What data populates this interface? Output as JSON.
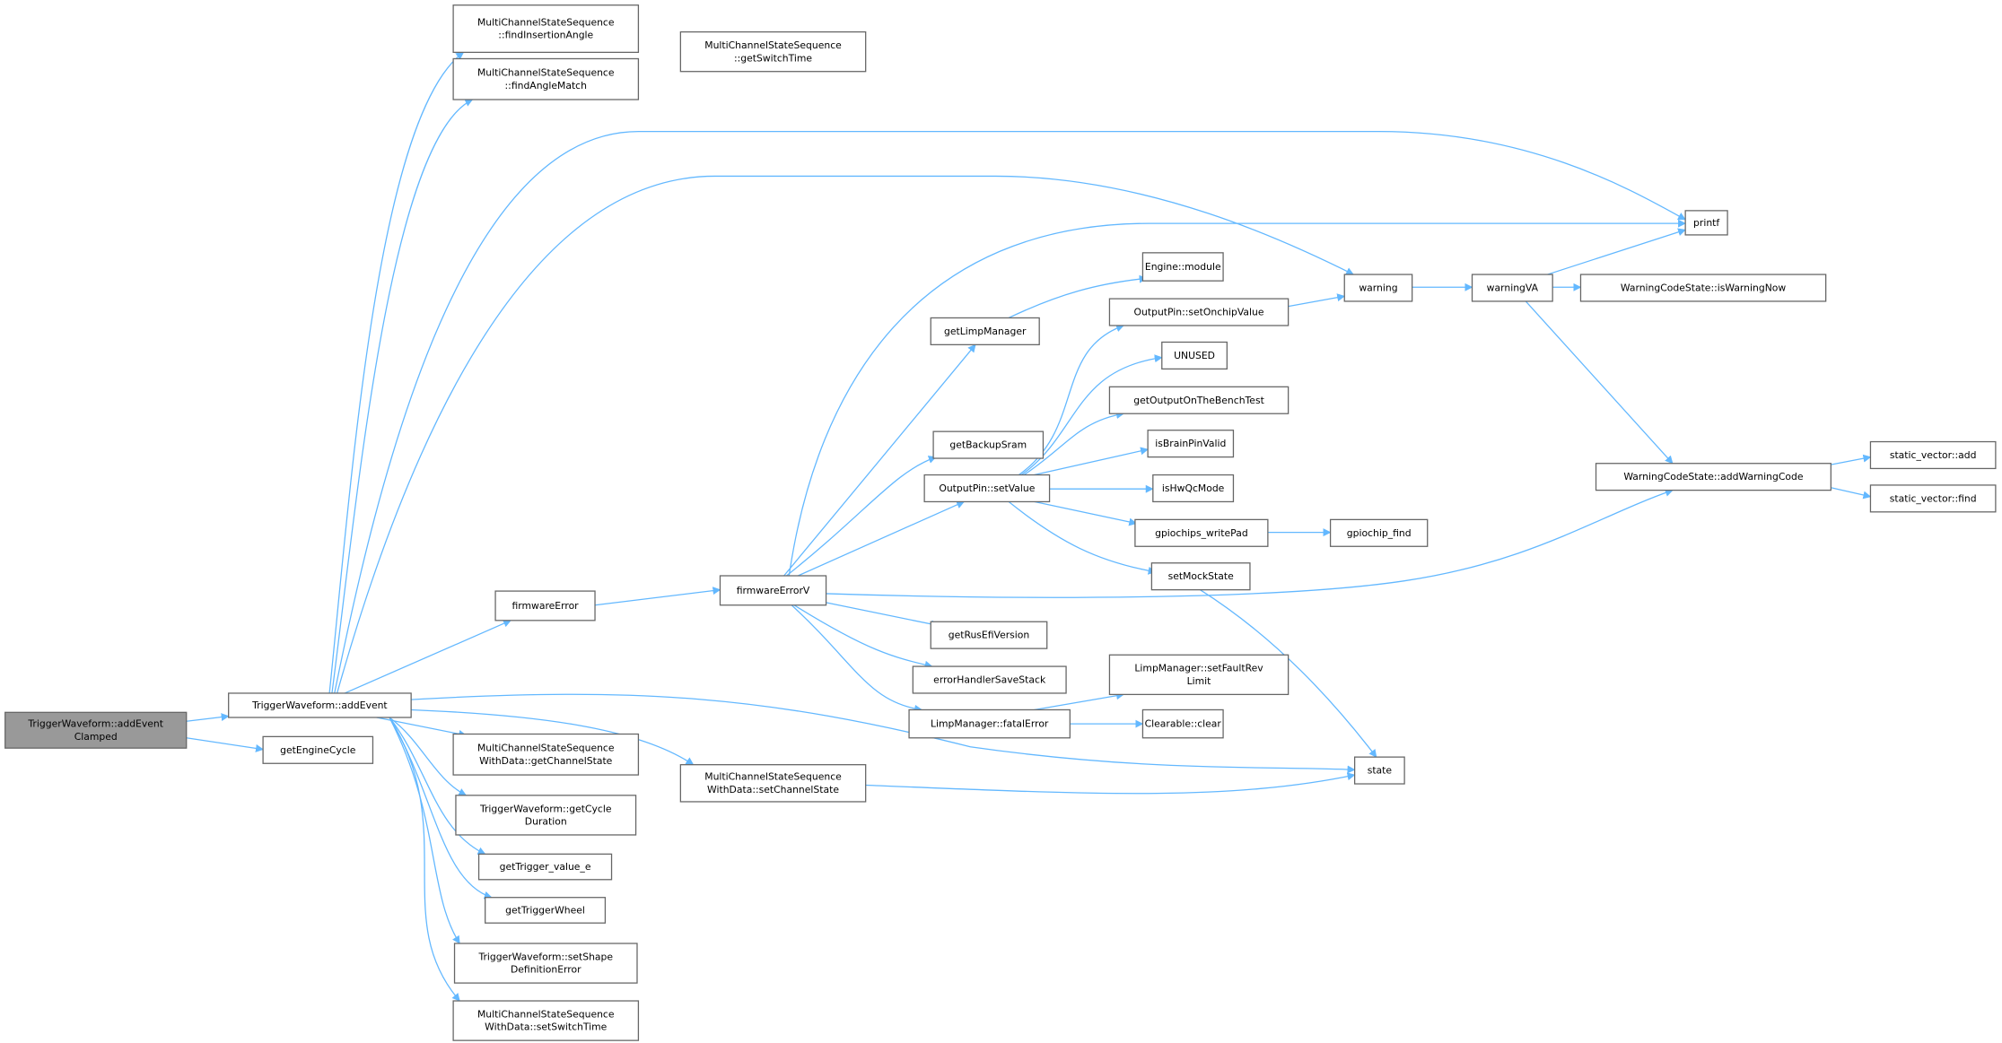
{
  "colors": {
    "edge": "#63b8ff",
    "node_border": "#666666",
    "root_fill": "#999999",
    "node_fill": "#ffffff"
  },
  "nodes": {
    "addEventClamped": [
      "TriggerWaveform::addEvent",
      "Clamped"
    ],
    "addEvent": [
      "TriggerWaveform::addEvent"
    ],
    "getEngineCycle": [
      "getEngineCycle"
    ],
    "findInsertionAngle": [
      "MultiChannelStateSequence",
      "::findInsertionAngle"
    ],
    "findAngleMatch": [
      "MultiChannelStateSequence",
      "::findAngleMatch"
    ],
    "getSwitchTime": [
      "MultiChannelStateSequence",
      "::getSwitchTime"
    ],
    "firmwareError": [
      "firmwareError"
    ],
    "firmwareErrorV": [
      "firmwareErrorV"
    ],
    "printf": [
      "printf"
    ],
    "warning": [
      "warning"
    ],
    "warningVA": [
      "warningVA"
    ],
    "isWarningNow": [
      "WarningCodeState::isWarningNow"
    ],
    "engineModule": [
      "Engine::module"
    ],
    "getLimpManager": [
      "getLimpManager"
    ],
    "setOnchipValue": [
      "OutputPin::setOnchipValue"
    ],
    "unused": [
      "UNUSED"
    ],
    "getOutputOnTheBenchTest": [
      "getOutputOnTheBenchTest"
    ],
    "isBrainPinValid": [
      "isBrainPinValid"
    ],
    "getBackupSram": [
      "getBackupSram"
    ],
    "setValue": [
      "OutputPin::setValue"
    ],
    "isHwQcMode": [
      "isHwQcMode"
    ],
    "gpiochipsWritePad": [
      "gpiochips_writePad"
    ],
    "gpiochipFind": [
      "gpiochip_find"
    ],
    "setMockState": [
      "setMockState"
    ],
    "addWarningCode": [
      "WarningCodeState::addWarningCode"
    ],
    "staticVectorAdd": [
      "static_vector::add"
    ],
    "staticVectorFind": [
      "static_vector::find"
    ],
    "getRusEfiVersion": [
      "getRusEfiVersion"
    ],
    "errorHandlerSaveStack": [
      "errorHandlerSaveStack"
    ],
    "setFaultRevLimit": [
      "LimpManager::setFaultRev",
      "Limit"
    ],
    "fatalError": [
      "LimpManager::fatalError"
    ],
    "clearableClear": [
      "Clearable::clear"
    ],
    "state": [
      "state"
    ],
    "setChannelState": [
      "MultiChannelStateSequence",
      "WithData::setChannelState"
    ],
    "getChannelState": [
      "MultiChannelStateSequence",
      "WithData::getChannelState"
    ],
    "getCycleDuration": [
      "TriggerWaveform::getCycle",
      "Duration"
    ],
    "getTriggerValueE": [
      "getTrigger_value_e"
    ],
    "getTriggerWheel": [
      "getTriggerWheel"
    ],
    "setShapeDefinitionError": [
      "TriggerWaveform::setShape",
      "DefinitionError"
    ],
    "setSwitchTime": [
      "MultiChannelStateSequence",
      "WithData::setSwitchTime"
    ]
  }
}
